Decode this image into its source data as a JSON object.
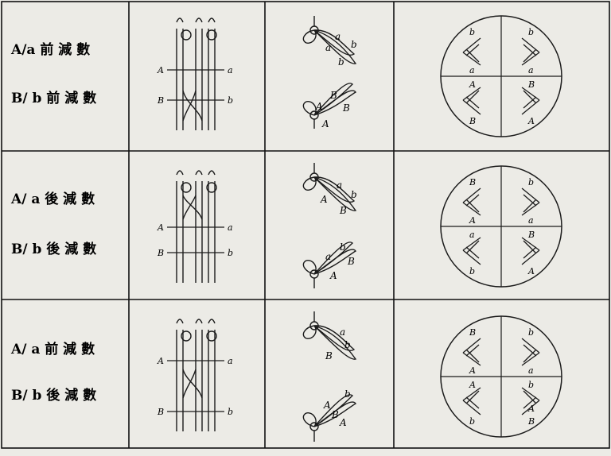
{
  "rows": [
    {
      "line1": "A/a 前 減 數",
      "line2": "B/ b  前 減 數",
      "chromatid_labels": {
        "A": "A",
        "a": "a",
        "B": "B",
        "b": "b"
      },
      "metaphase_labels": {
        "top": [
          "a",
          "b",
          "a",
          "b"
        ],
        "bottom": [
          "B",
          "A",
          "B",
          "A"
        ]
      },
      "tetrad_labels": {
        "q1": [
          "b",
          "a"
        ],
        "q2": [
          "b",
          "a"
        ],
        "q3": [
          "A",
          "B"
        ],
        "q4": [
          "B",
          "A"
        ]
      }
    },
    {
      "line1": "A/ a 後 減 數",
      "line2": "B/ b 後 減 數",
      "chromatid_labels": {
        "A": "A",
        "a": "a",
        "B": "B",
        "b": "b"
      },
      "metaphase_labels": {
        "top": [
          "a",
          "A",
          "b",
          "B"
        ],
        "bottom": [
          "b",
          "a",
          "A",
          "B"
        ]
      },
      "tetrad_labels": {
        "q1": [
          "B",
          "A"
        ],
        "q2": [
          "b",
          "a"
        ],
        "q3": [
          "a",
          "b"
        ],
        "q4": [
          "B",
          "A"
        ]
      }
    },
    {
      "line1": "A/ a 前 減 數",
      "line2": "B/ b 後 減 數",
      "chromatid_labels": {
        "A": "A",
        "a": "a",
        "B": "B",
        "b": "b"
      },
      "metaphase_labels": {
        "top": [
          "a",
          "b",
          "B"
        ],
        "bottom": [
          "b",
          "A",
          "B",
          "A"
        ]
      },
      "tetrad_labels": {
        "q1": [
          "B",
          "A"
        ],
        "q2": [
          "b",
          "a"
        ],
        "q3": [
          "A",
          "b"
        ],
        "q4": [
          "b",
          "A",
          "B"
        ]
      }
    }
  ]
}
